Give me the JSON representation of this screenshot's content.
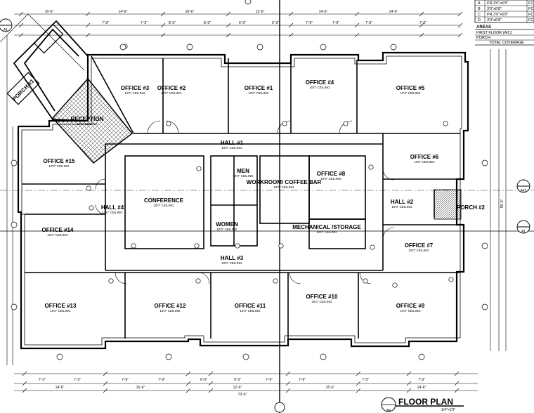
{
  "sheet_title": "FLOOR PLAN",
  "sheet_scale": "1/4\"=1'0\"",
  "sheet_ref": "A4",
  "section_tags": [
    "A1",
    "A1",
    "A1",
    "A42"
  ],
  "schedule": {
    "rows": [
      {
        "mark": "A",
        "size": "PR.3'0\"x6'8\"",
        "note": "FC"
      },
      {
        "mark": "B",
        "size": "3'0\"x6'8\"",
        "note": "FC"
      },
      {
        "mark": "C",
        "size": "PR.3'0\"x6'8\"",
        "note": "FC"
      },
      {
        "mark": "D",
        "size": "3'0\"x6'8\"",
        "note": "FC"
      }
    ]
  },
  "areas": {
    "heading": "AREAS",
    "rows": [
      "FIRST FLOOR (A/C)",
      "PORCH",
      "TOTAL COVERAGE"
    ]
  },
  "rooms": [
    {
      "name": "OFFICE #1",
      "sub": "10'0\" CEILING"
    },
    {
      "name": "OFFICE #2",
      "sub": "10'0\" CEILING"
    },
    {
      "name": "OFFICE #3",
      "sub": "10'0\" CEILING"
    },
    {
      "name": "OFFICE #4",
      "sub": "10'0\" CEILING"
    },
    {
      "name": "OFFICE #5",
      "sub": "10'0\" CEILING"
    },
    {
      "name": "OFFICE #6",
      "sub": "10'0\" CEILING"
    },
    {
      "name": "OFFICE #7",
      "sub": "10'0\" CEILING"
    },
    {
      "name": "OFFICE #8",
      "sub": "10'0\" CEILING"
    },
    {
      "name": "OFFICE #9",
      "sub": "10'0\" CEILING"
    },
    {
      "name": "OFFICE #10",
      "sub": "10'0\" CEILING"
    },
    {
      "name": "OFFICE #11",
      "sub": "10'0\" CEILING"
    },
    {
      "name": "OFFICE #12",
      "sub": "10'0\" CEILING"
    },
    {
      "name": "OFFICE #13",
      "sub": "10'0\" CEILING"
    },
    {
      "name": "OFFICE #14",
      "sub": "10'0\" CEILING"
    },
    {
      "name": "OFFICE #15",
      "sub": "10'0\" CEILING"
    },
    {
      "name": "RECEPTION",
      "sub": "10'0\" CEILING"
    },
    {
      "name": "CONFERENCE",
      "sub": "10'0\" CEILING"
    },
    {
      "name": "HALL #1",
      "sub": "10'0\" CEILING"
    },
    {
      "name": "HALL #2",
      "sub": "10'0\" CEILING"
    },
    {
      "name": "HALL #3",
      "sub": "10'0\" CEILING"
    },
    {
      "name": "HALL #4",
      "sub": "10'0\" CEILING"
    },
    {
      "name": "MEN",
      "sub": "10'0\" CEILING"
    },
    {
      "name": "WOMEN",
      "sub": "10'0\" CEILING"
    },
    {
      "name": "WORKROOM/ COFFEE BAR",
      "sub": "10'0\" CEILING"
    },
    {
      "name": "MECHANICAL /STORAGE",
      "sub": "10'0\" CEILING"
    },
    {
      "name": "PORCH #2",
      "sub": ""
    },
    {
      "name": "PORCH #1",
      "sub": ""
    }
  ],
  "dimensions": {
    "top_overall": [
      "16'-6\"",
      "14'-6\"",
      "16'-6\"",
      "12'-6\"",
      "14'-6\"",
      "14'-6\""
    ],
    "top_sub": [
      "7'-3\"",
      "7'-3\"",
      "8'-3\"",
      "8'-3\"",
      "6'-3\"",
      "6'-3\"",
      "7'-9\"",
      "7'-9\"",
      "7'-3\"",
      "7'-3\""
    ],
    "bottom_sub": [
      "7'-3\"",
      "7'-3\"",
      "7'-9\"",
      "7'-9\"",
      "6'-3\"",
      "6'-3\"",
      "7'-9\"",
      "7'-9\"",
      "7'-3\"",
      "7'-3\""
    ],
    "bottom_overall": [
      "14'-6\"",
      "15'-6\"",
      "12'-6\"",
      "15'-6\"",
      "14'-6\""
    ],
    "bottom_total": "73'-6\"",
    "right_side": "55'-0\""
  }
}
